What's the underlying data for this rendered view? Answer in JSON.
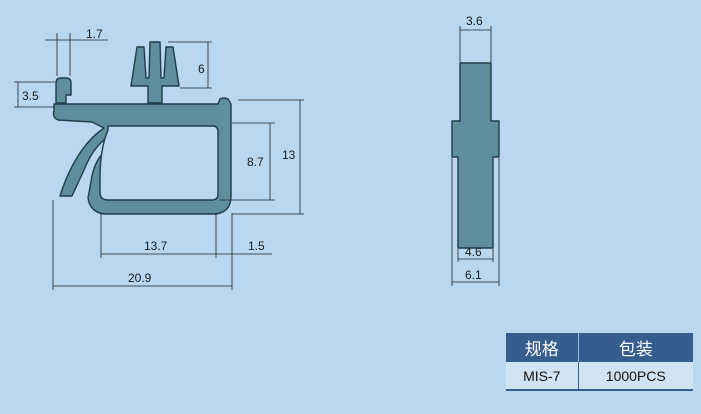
{
  "colors": {
    "background": "#b9d7ee",
    "profile_fill": "#5f8f9c",
    "profile_stroke": "#1e3d48",
    "table_header": "#355e8f"
  },
  "side_view": {
    "dimensions": {
      "width_top_tab": "1.7",
      "height_clip": "6",
      "height_tab": "3.5",
      "height_inner": "8.7",
      "height_total": "13",
      "width_inner": "13.7",
      "width_lip": "1.5",
      "width_total": "20.9"
    }
  },
  "front_view": {
    "dimensions": {
      "width_top": "3.6",
      "width_neck": "4.6",
      "width_base": "6.1"
    }
  },
  "spec_table": {
    "header_spec": "规格",
    "header_pack": "包装",
    "model": "MIS-7",
    "packaging": "1000PCS"
  }
}
